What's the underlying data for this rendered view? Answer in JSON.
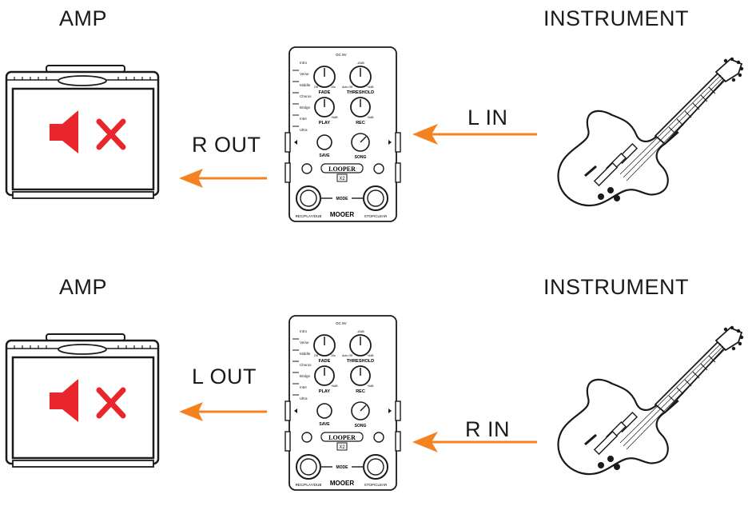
{
  "scenes": [
    {
      "amp_label": "AMP",
      "instrument_label": "INSTRUMENT",
      "output_label": "R OUT",
      "input_label": "L IN"
    },
    {
      "amp_label": "AMP",
      "instrument_label": "INSTRUMENT",
      "output_label": "L OUT",
      "input_label": "R IN"
    }
  ],
  "pedal": {
    "brand": "MOOER",
    "model": "LOOPER",
    "model_sub": "X2",
    "power": "DC 9V",
    "knob_fade": "FADE",
    "knob_threshold": "THRESHOLD",
    "knob_play": "PLAY",
    "knob_rec": "REC",
    "save": "SAVE",
    "song": "SONG",
    "mode": "MODE",
    "footswitch_left": "REC/PLAY/DUB",
    "footswitch_right": "STOP/CLEAR",
    "fade_min": "Off",
    "fade_max": "10s",
    "threshold_min": "Auto Off",
    "threshold_max": "+0dB",
    "threshold_top": "-10dB",
    "play_max": "+6dB",
    "rec_max": "+6dB",
    "sections": [
      "Intro",
      "Verse",
      "Middle",
      "Chorus",
      "Bridge",
      "Inter",
      "Ultra"
    ]
  },
  "colors": {
    "arrow": "#f58220",
    "speaker": "#e8262b",
    "line": "#1a1a1a"
  }
}
